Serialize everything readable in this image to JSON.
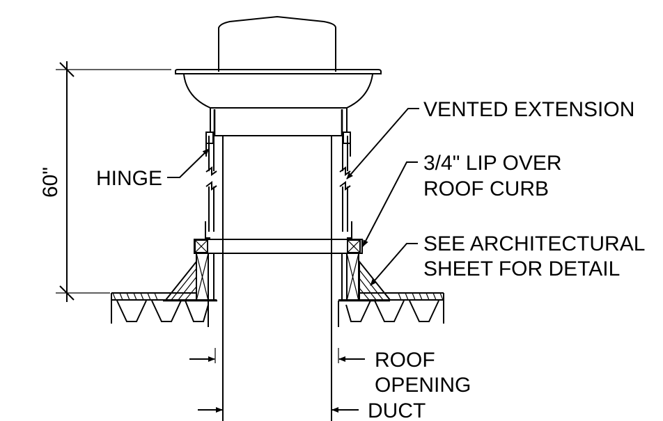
{
  "dimension": {
    "value_label": "60\""
  },
  "callouts": {
    "vented_extension": "VENTED EXTENSION",
    "lip_line1": "3/4\" LIP OVER",
    "lip_line2": "ROOF CURB",
    "arch_line1": "SEE ARCHITECTURAL",
    "arch_line2": "SHEET FOR DETAIL",
    "hinge": "HINGE",
    "roof_opening_line1": "ROOF",
    "roof_opening_line2": "OPENING",
    "duct": "DUCT"
  },
  "colors": {
    "line": "#000000",
    "background": "#ffffff"
  }
}
